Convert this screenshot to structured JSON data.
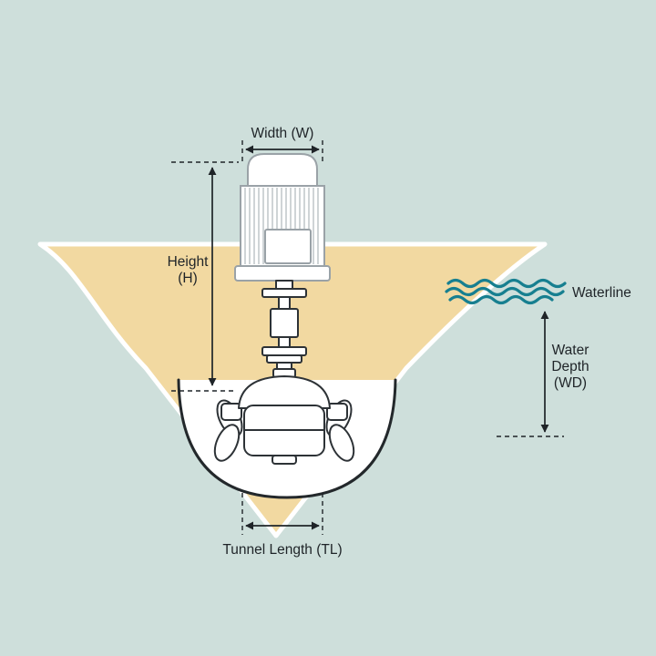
{
  "diagram": {
    "labels": {
      "width": "Width (W)",
      "height_line1": "Height",
      "height_line2": "(H)",
      "waterline": "Waterline",
      "water_depth_line1": "Water",
      "water_depth_line2": "Depth",
      "water_depth_line3": "(WD)",
      "tunnel_length": "Tunnel Length (TL)"
    },
    "colors": {
      "background": "#cedfdb",
      "hull": "#f2d9a1",
      "wave": "#177f90",
      "line": "#1f2428",
      "machine_stroke": "#9aa2a7"
    }
  }
}
